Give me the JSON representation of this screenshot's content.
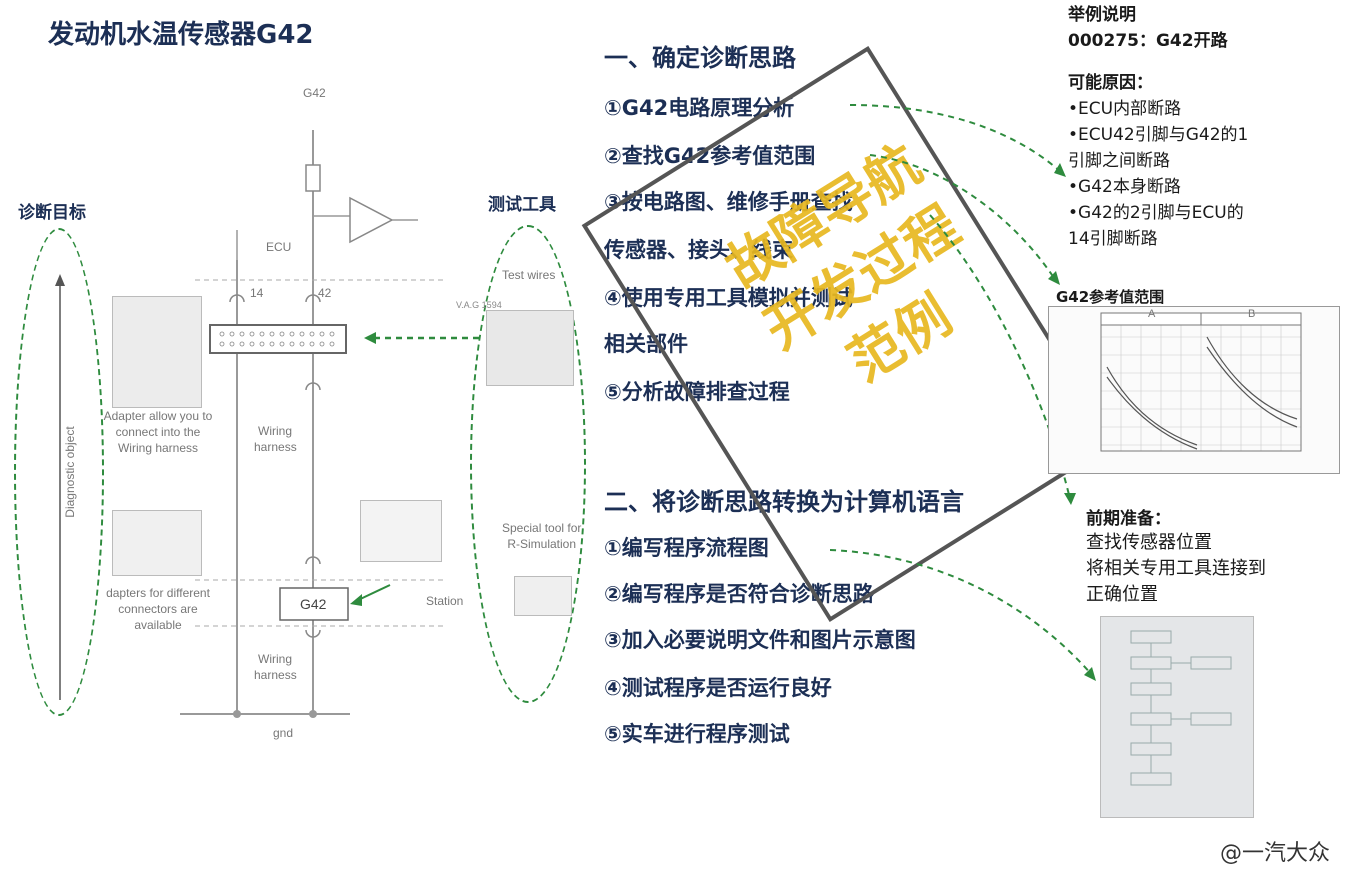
{
  "title": "发动机水温传感器G42",
  "left_labels": {
    "diag_target": "诊断目标",
    "diag_object": "Diagnostic object",
    "test_tools": "测试工具"
  },
  "circuit": {
    "g42_top": "G42",
    "ecu": "ECU",
    "pin14": "14",
    "pin42": "42",
    "wiring1_line1": "Wiring",
    "wiring1_line2": "harness",
    "g42_box": "G42",
    "wiring2_line1": "Wiring",
    "wiring2_line2": "harness",
    "gnd": "gnd",
    "adapter_note_1": "Adapter allow you to",
    "adapter_note_2": "connect into the",
    "adapter_note_3": "Wiring harness",
    "adapters_diff_1": "dapters for different",
    "adapters_diff_2": "connectors are",
    "adapters_diff_3": "available",
    "station": "Station",
    "vag_code": "V.A.G 1594",
    "test_wires": "Test wires",
    "special_tool_1": "Special tool for",
    "special_tool_2": "R-Simulation"
  },
  "section1": {
    "heading": "一、确定诊断思路",
    "steps": [
      "①G42电路原理分析",
      "②查找G42参考值范围",
      "③按电路图、维修手册查找",
      "传感器、接头、线束",
      "④使用专用工具模拟并测试",
      "相关部件",
      "⑤分析故障排查过程"
    ]
  },
  "section2": {
    "heading": "二、将诊断思路转换为计算机语言",
    "steps": [
      "①编写程序流程图",
      "②编写程序是否符合诊断思路",
      "③加入必要说明文件和图片示意图",
      "④测试程序是否运行良好",
      "⑤实车进行程序测试"
    ]
  },
  "stamp": {
    "line1": "故障导航",
    "line2": "开发过程",
    "line3": "范例"
  },
  "example": {
    "line1": "举例说明",
    "line2": "000275：G42开路",
    "causes_title": "可能原因：",
    "causes": [
      "•ECU内部断路",
      "•ECU42引脚与G42的1",
      "引脚之间断路",
      "•G42本身断路",
      "•G42的2引脚与ECU的",
      "14引脚断路"
    ]
  },
  "graph": {
    "title": "G42参考值范围",
    "panel_a": "A",
    "panel_b": "B"
  },
  "prep": {
    "title": "前期准备：",
    "lines": [
      "查找传感器位置",
      "将相关专用工具连接到",
      "正确位置"
    ]
  },
  "watermark": "@一汽大众",
  "colors": {
    "accent_green": "#2e8b3e",
    "navy": "#1c2f55",
    "stamp_yellow": "#e8b820"
  }
}
